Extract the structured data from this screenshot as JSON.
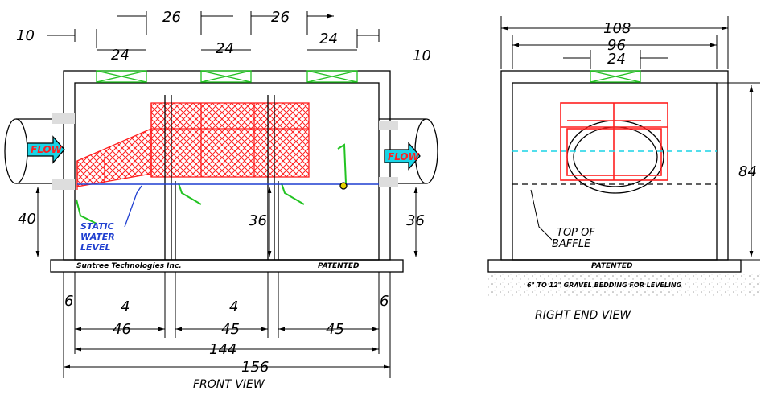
{
  "front": {
    "dim_top_26a": "26",
    "dim_top_26b": "26",
    "dim_10_left": "10",
    "dim_24_a": "24",
    "dim_24_b": "24",
    "dim_24_c": "24",
    "dim_10_right": "10",
    "flow_left": "FLOW",
    "flow_right": "FLOW",
    "static_1": "STATIC",
    "static_2": "WATER",
    "static_3": "LEVEL",
    "dim_40": "40",
    "dim_36_mid": "36",
    "dim_36_right": "36",
    "maker": "Suntree Technologies Inc.",
    "patented": "PATENTED",
    "dim_6_left": "6",
    "dim_4_a": "4",
    "dim_4_b": "4",
    "dim_6_right": "6",
    "dim_46": "46",
    "dim_45_a": "45",
    "dim_45_b": "45",
    "dim_144": "144",
    "dim_156": "156",
    "title": "FRONT VIEW"
  },
  "end": {
    "dim_108": "108",
    "dim_96": "96",
    "dim_24": "24",
    "dim_84": "84",
    "baffle_1": "TOP OF",
    "baffle_2": "BAFFLE",
    "patented": "PATENTED",
    "gravel": "6\" TO 12\" GRAVEL BEDDING FOR LEVELING",
    "title": "RIGHT END VIEW"
  },
  "colors": {
    "lines": "#000000",
    "basket": "#ff1f1f",
    "filter": "#22c322",
    "water": "#1f3fd0",
    "cyan": "#19d4e6"
  }
}
